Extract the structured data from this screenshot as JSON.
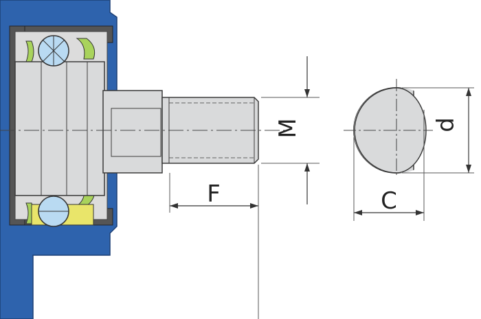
{
  "labels": {
    "thread_diameter": "M",
    "thread_length": "F",
    "flat_width": "C",
    "shaft_diameter": "d"
  },
  "colors": {
    "housing": "#2e63ad",
    "housing_edge": "#1c3f75",
    "steel": "#d9dadb",
    "steel_dark": "#b9bbbd",
    "ball": "#b9daf2",
    "seal_green": "#a9d35c",
    "seal_black": "#333333",
    "line": "#3a3a3a",
    "dim_line": "#555555"
  }
}
